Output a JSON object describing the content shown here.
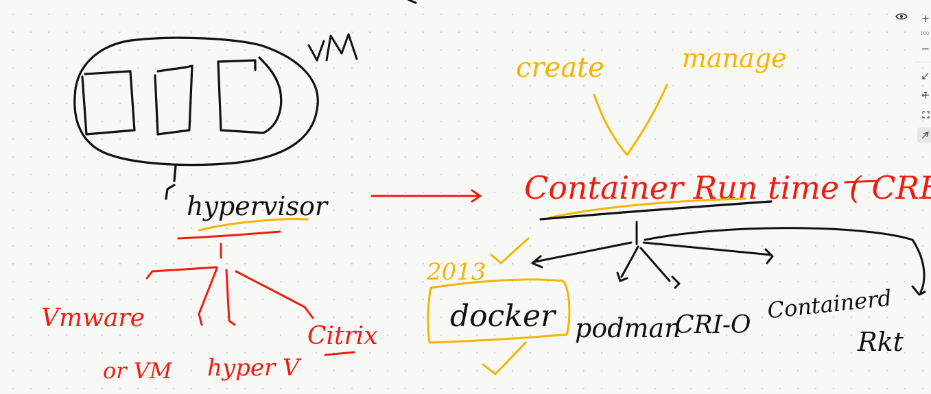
{
  "colors": {
    "black_ink": "#111111",
    "red_ink": "#ee1c0e",
    "yellow_ink": "#f5b400",
    "canvas": "#f8f8f6"
  },
  "labels": {
    "vm": "VM",
    "hypervisor": "hypervisor",
    "vmware": "Vmware",
    "or_vm": "or VM",
    "hyperv": "hyper V",
    "citrix": "Citrix",
    "create": "create",
    "manage": "manage",
    "container_runtime": "Container Run time ( CRE )",
    "year": "2013",
    "docker": "docker",
    "podman": "podman",
    "crio": "CRI-O",
    "containerd": "Containerd",
    "rkt": "Rkt"
  },
  "toolbar": {
    "zoom_in": "+",
    "zoom_level": "100",
    "zoom_out": "−",
    "icons": [
      "expand-icon",
      "move-icon",
      "fit-screen-icon",
      "laser-pointer-icon"
    ],
    "view_icon": "eye-icon"
  }
}
